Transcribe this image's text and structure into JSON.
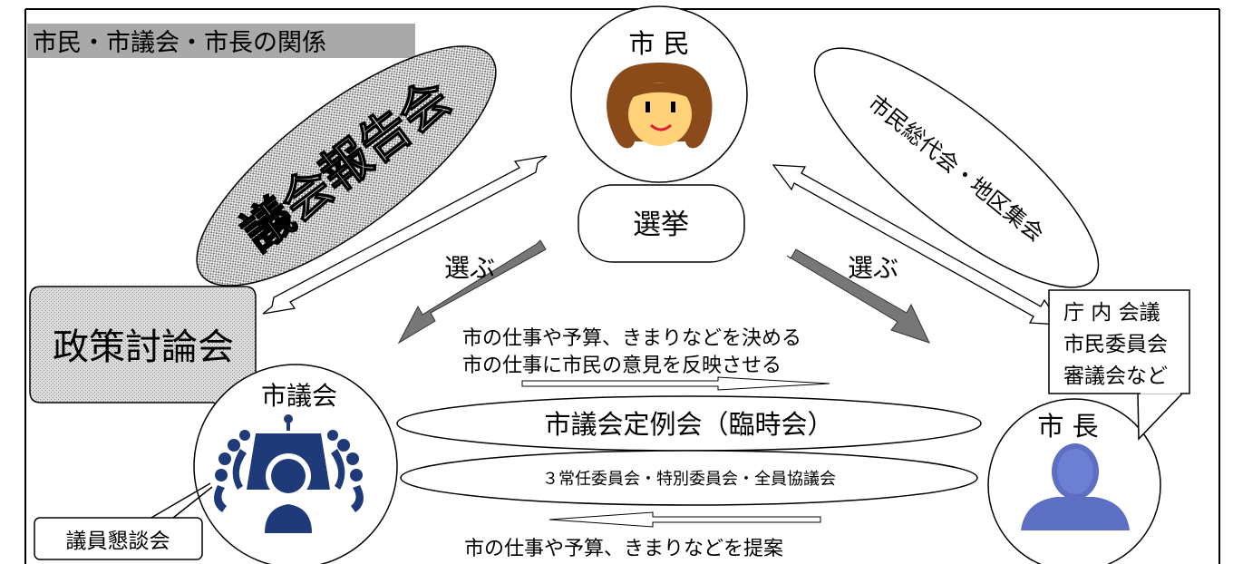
{
  "title": "市民・市議会・市長の関係",
  "citizen": {
    "label": "市 民"
  },
  "election": {
    "label": "選挙"
  },
  "council_report": {
    "label": "議会報告会"
  },
  "policy_debate": {
    "label": "政策討論会"
  },
  "citizen_assembly": {
    "label": "市民総代会・地区集会"
  },
  "elect_left": "選ぶ",
  "elect_right": "選ぶ",
  "decide_text": {
    "line1": "市の仕事や予算、きまりなどを決める",
    "line2": "市の仕事に市民の意見を反映させる"
  },
  "council": {
    "label": "市議会"
  },
  "session": {
    "label": "市議会定例会（臨時会）"
  },
  "committees": {
    "label": "３常任委員会・特別委員会・全員協議会"
  },
  "propose_text": "市の仕事や予算、きまりなどを提案",
  "member_meeting": {
    "label": "議員懇談会"
  },
  "mayor": {
    "label": "市 長"
  },
  "mayor_meetings": {
    "line1": "庁 内 会議",
    "line2": "市民委員会",
    "line3": "審議会など"
  },
  "colors": {
    "title_bg": "#a9a9a9",
    "council_icon": "#1f3a78",
    "hair": "#8b4a1a",
    "skin": "#ffd27a",
    "mayor_icon": "#5c6fc2",
    "callout_fill": "#cccccc",
    "arrow_dark": "#777777"
  }
}
